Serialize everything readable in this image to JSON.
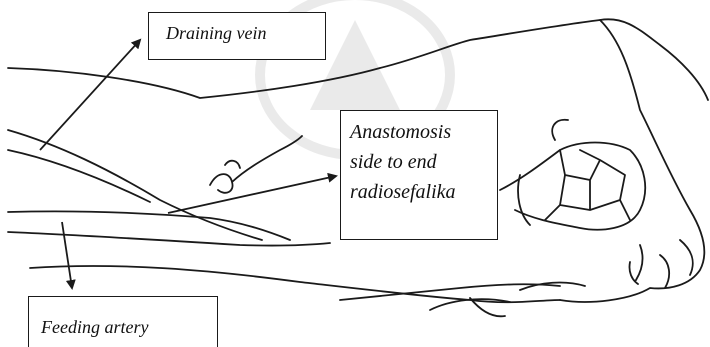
{
  "labels": {
    "draining_vein": "Draining vein",
    "anastomosis": [
      "Anastomosis",
      "side to end",
      "radiosefalika"
    ],
    "feeding_artery": "Feeding artery"
  },
  "colors": {
    "ink": "#1a1a1a",
    "background": "#ffffff"
  },
  "icons": {
    "watermark": "faint-university-seal-watermark"
  }
}
